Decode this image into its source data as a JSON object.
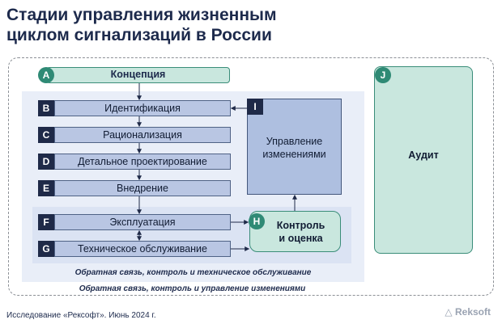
{
  "title_line1": "Стадии управления жизненным",
  "title_line2": "циклом сигнализаций в России",
  "stages": {
    "A": {
      "letter": "A",
      "label": "Концепция"
    },
    "B": {
      "letter": "B",
      "label": "Идентификация"
    },
    "C": {
      "letter": "C",
      "label": "Рационализация"
    },
    "D": {
      "letter": "D",
      "label": "Детальное проектирование"
    },
    "E": {
      "letter": "E",
      "label": "Внедрение"
    },
    "F": {
      "letter": "F",
      "label": "Эксплуатация"
    },
    "G": {
      "letter": "G",
      "label": "Техническое обслуживание"
    },
    "H": {
      "letter": "H",
      "label_line1": "Контроль",
      "label_line2": "и оценка"
    },
    "I": {
      "letter": "I",
      "label_line1": "Управление",
      "label_line2": "изменениями"
    },
    "J": {
      "letter": "J",
      "label": "Аудит"
    }
  },
  "caption_inner": "Обратная связь, контроль и техническое обслуживание",
  "caption_outer": "Обратная связь, контроль и управление изменениями",
  "source": "Исследование «Рексофт». Июнь 2024 г.",
  "logo": "Reksoft"
}
